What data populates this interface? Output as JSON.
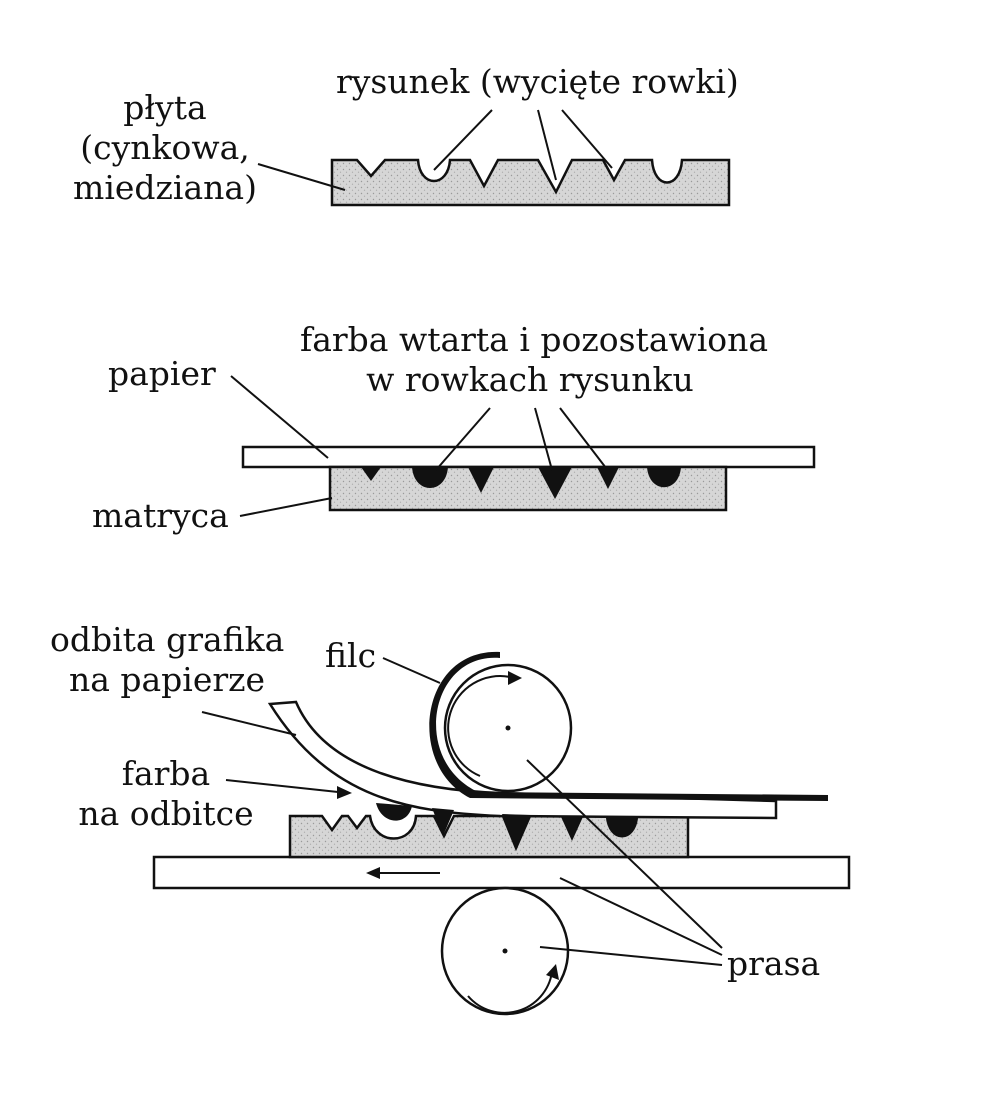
{
  "colors": {
    "plate_fill": "#d6d6d6",
    "ink": "#111111",
    "paper": "#ffffff",
    "background": "#ffffff"
  },
  "step1": {
    "plate_label_line1": "płyta",
    "plate_label_line2": "(cynkowa,",
    "plate_label_line3": "miedziana)",
    "grooves_label": "rysunek (wycięte rowki)"
  },
  "step2": {
    "ink_label_line1": "farba wtarta i pozostawiona",
    "ink_label_line2": "w rowkach rysunku",
    "paper_label": "papier",
    "matrix_label": "matryca"
  },
  "step3": {
    "print_label_line1": "odbita grafika",
    "print_label_line2": "na papierze",
    "felt_label": "filc",
    "ink_on_print_line1": "farba",
    "ink_on_print_line2": "na odbitce",
    "press_label": "prasa"
  }
}
